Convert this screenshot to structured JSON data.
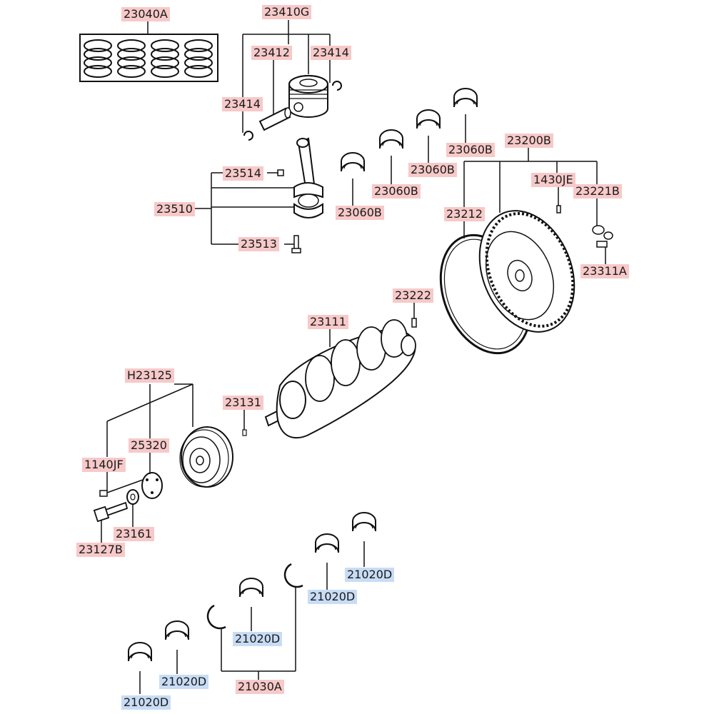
{
  "colors": {
    "line": "#111111",
    "label_red": "#f7c9c9",
    "label_blue": "#c8dcf5"
  },
  "labels": {
    "piston_ring_set": "23040A",
    "piston_pin_set": "23410G",
    "piston_pin": "23412",
    "snap_ring_right": "23414",
    "snap_ring_left": "23414",
    "conrod_nut": "23514",
    "conrod_assy": "23510",
    "conrod_bolt": "23513",
    "conrod_bearing_1": "23060B",
    "conrod_bearing_2": "23060B",
    "conrod_bearing_3": "23060B",
    "conrod_bearing_4": "23060B",
    "flywheel_assy": "23200B",
    "flywheel_pin": "1430JE",
    "flywheel_bolt": "23221B",
    "ring_gear": "23212",
    "flywheel_washer": "23311A",
    "crank_pin": "23222",
    "crankshaft": "23111",
    "pulley_assy": "H23125",
    "crank_key": "23131",
    "damper_plate": "25320",
    "pulley_bolt_small": "1140JF",
    "pulley_washer": "23161",
    "pulley_bolt": "23127B",
    "main_bearing_1": "21020D",
    "main_bearing_2": "21020D",
    "main_bearing_3": "21020D",
    "main_bearing_4": "21020D",
    "main_bearing_5": "21020D",
    "thrust_washer": "21030A"
  }
}
